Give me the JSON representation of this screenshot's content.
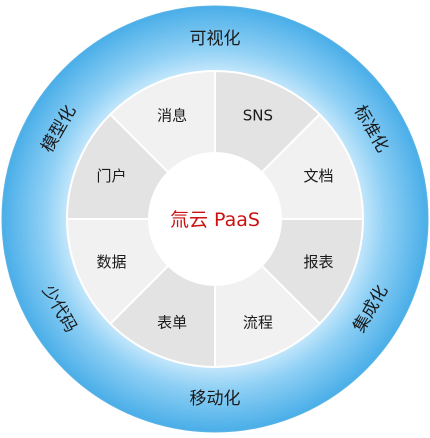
{
  "center": {
    "label": "氚云 PaaS",
    "color": "#cc1111"
  },
  "outer_ring": {
    "colors": {
      "edge": "#4aaee8",
      "mid": "#8fd0f5",
      "inner": "#e8f6ff"
    },
    "items": [
      {
        "label": "可视化"
      },
      {
        "label": "标准化"
      },
      {
        "label": "集成化"
      },
      {
        "label": "移动化"
      },
      {
        "label": "少代码"
      },
      {
        "label": "模型化"
      }
    ]
  },
  "inner_ring": {
    "colors": {
      "light": "#f1f1f1",
      "dark": "#e3e3e3",
      "divider": "#ffffff"
    },
    "items": [
      {
        "label": "SNS"
      },
      {
        "label": "文档"
      },
      {
        "label": "报表"
      },
      {
        "label": "流程"
      },
      {
        "label": "表单"
      },
      {
        "label": "数据"
      },
      {
        "label": "门户"
      },
      {
        "label": "消息"
      }
    ]
  }
}
